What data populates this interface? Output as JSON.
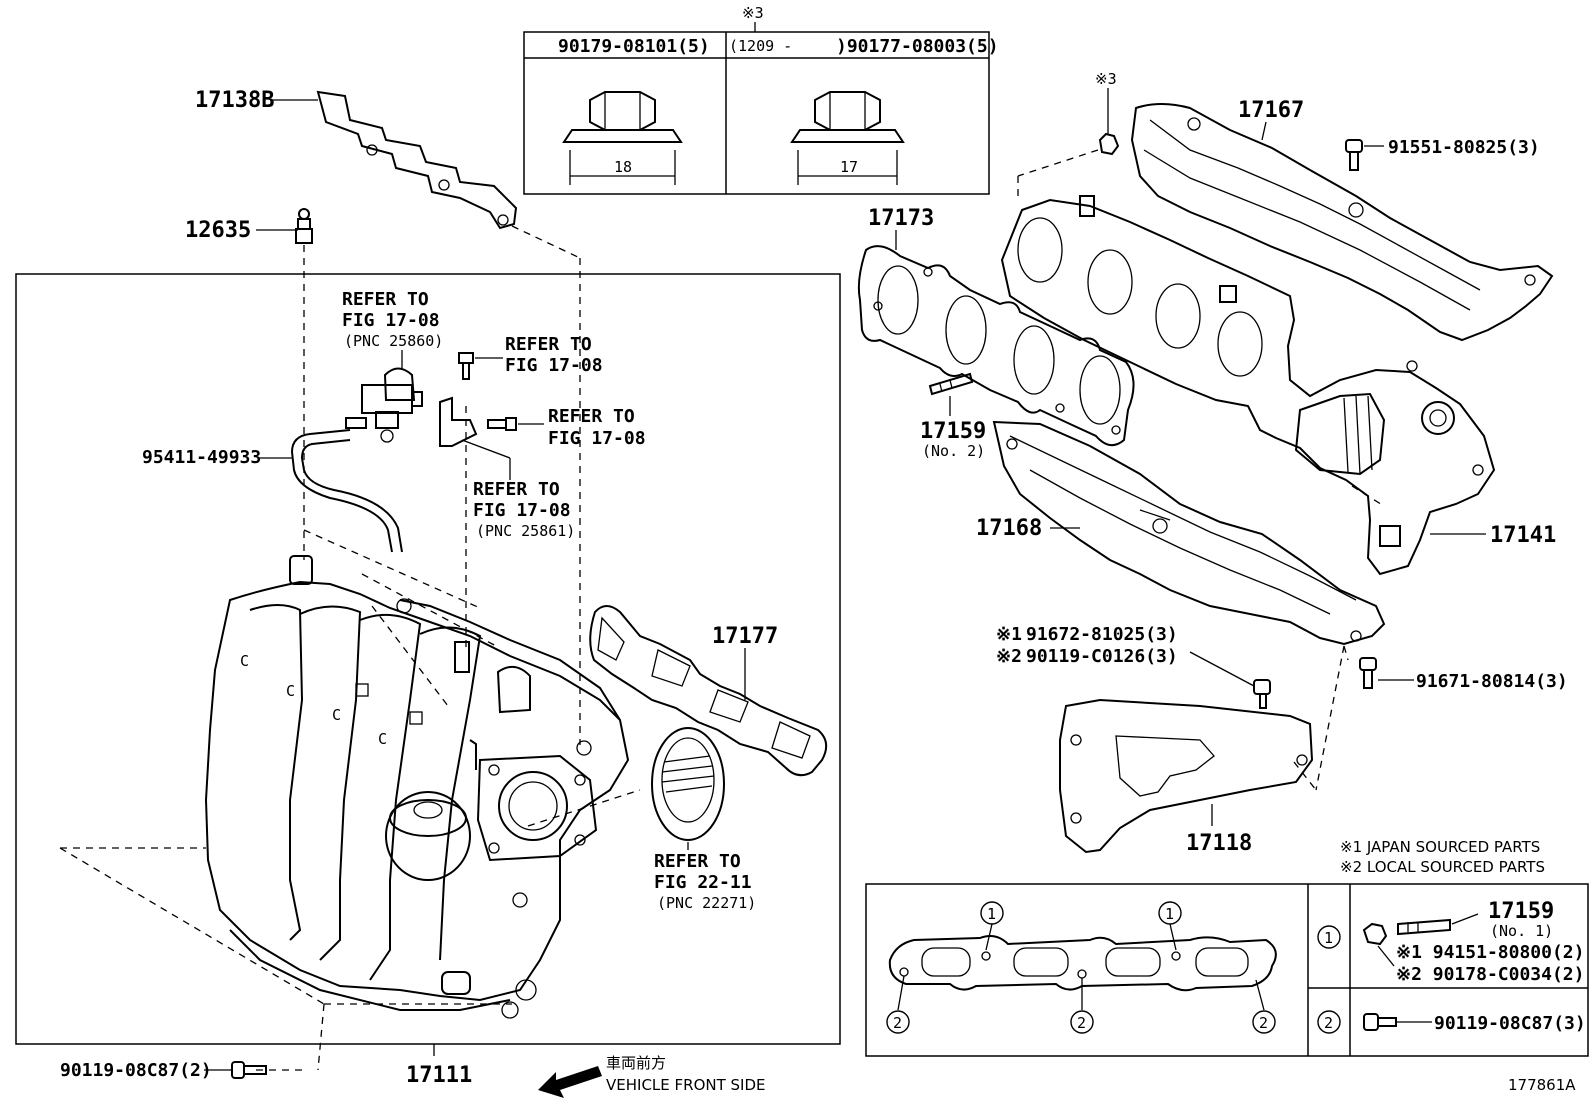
{
  "nut_table": {
    "marker": "※3",
    "col1_header": "90179-08101(5)",
    "col2_header_date": "(1209 -",
    "col2_header_part": ")90177-08003(5)",
    "col1_size": "18",
    "col2_size": "17"
  },
  "intake": {
    "bracket_17138B": "17138B",
    "bolt_12635": "12635",
    "hose_95411": "95411-49933",
    "refer_a_line1": "REFER TO",
    "refer_a_line2": "FIG 17-08",
    "refer_a_line3": "(PNC 25860)",
    "refer_b_line1": "REFER TO",
    "refer_b_line2": "FIG 17-08",
    "refer_c_line1": "REFER TO",
    "refer_c_line2": "FIG 17-08",
    "refer_d_line1": "REFER TO",
    "refer_d_line2": "FIG 17-08",
    "refer_d_line3": "(PNC 25861)",
    "gasket_17177": "17177",
    "refer_e_line1": "REFER TO",
    "refer_e_line2": "FIG 22-11",
    "refer_e_line3": "(PNC 22271)",
    "bolt_90119_08C87": "90119-08C87(2)",
    "manifold_17111": "17111",
    "front_side_jp": "車両前方",
    "front_side_en": "VEHICLE FRONT SIDE"
  },
  "exhaust": {
    "nut_marker": "※3",
    "insulator_17167": "17167",
    "bolt_91551": "91551-80825(3)",
    "gasket_17173": "17173",
    "stud_17159": "17159",
    "stud_17159_note": "(No. 2)",
    "insulator_17168": "17168",
    "manifold_17141": "17141",
    "bolt_a_marker": "※1",
    "bolt_a_part": "91672-81025(3)",
    "bolt_b_marker": "※2",
    "bolt_b_part": "90119-C0126(3)",
    "bolt_91671": "91671-80814(3)",
    "stay_17118": "17118"
  },
  "legend": {
    "note1": "※1 JAPAN SOURCED PARTS",
    "note2": "※2 LOCAL SOURCED PARTS"
  },
  "inset": {
    "circle_1": "1",
    "circle_2": "2",
    "stud_17159": "17159",
    "stud_17159_note": "(No. 1)",
    "row1_a": "※1 94151-80800(2)",
    "row1_b": "※2 90178-C0034(2)",
    "row2_bolt": "90119-08C87(3)"
  },
  "figure_id": "177861A"
}
